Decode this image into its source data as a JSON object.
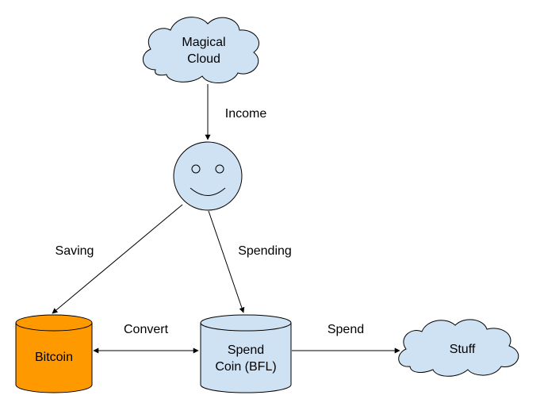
{
  "nodes": {
    "magical_cloud": {
      "line1": "Magical",
      "line2": "Cloud",
      "fill": "#cfe2f3"
    },
    "person": {
      "fill": "#cfe2f3"
    },
    "bitcoin": {
      "label": "Bitcoin",
      "fill": "#ff9900"
    },
    "spend_coin": {
      "line1": "Spend",
      "line2": "Coin (BFL)",
      "fill": "#cfe2f3"
    },
    "stuff": {
      "label": "Stuff",
      "fill": "#cfe2f3"
    }
  },
  "edges": {
    "income": "Income",
    "saving": "Saving",
    "spending": "Spending",
    "convert": "Convert",
    "spend": "Spend"
  },
  "colors": {
    "stroke": "#000000",
    "cloud_stroke": "#000000"
  }
}
